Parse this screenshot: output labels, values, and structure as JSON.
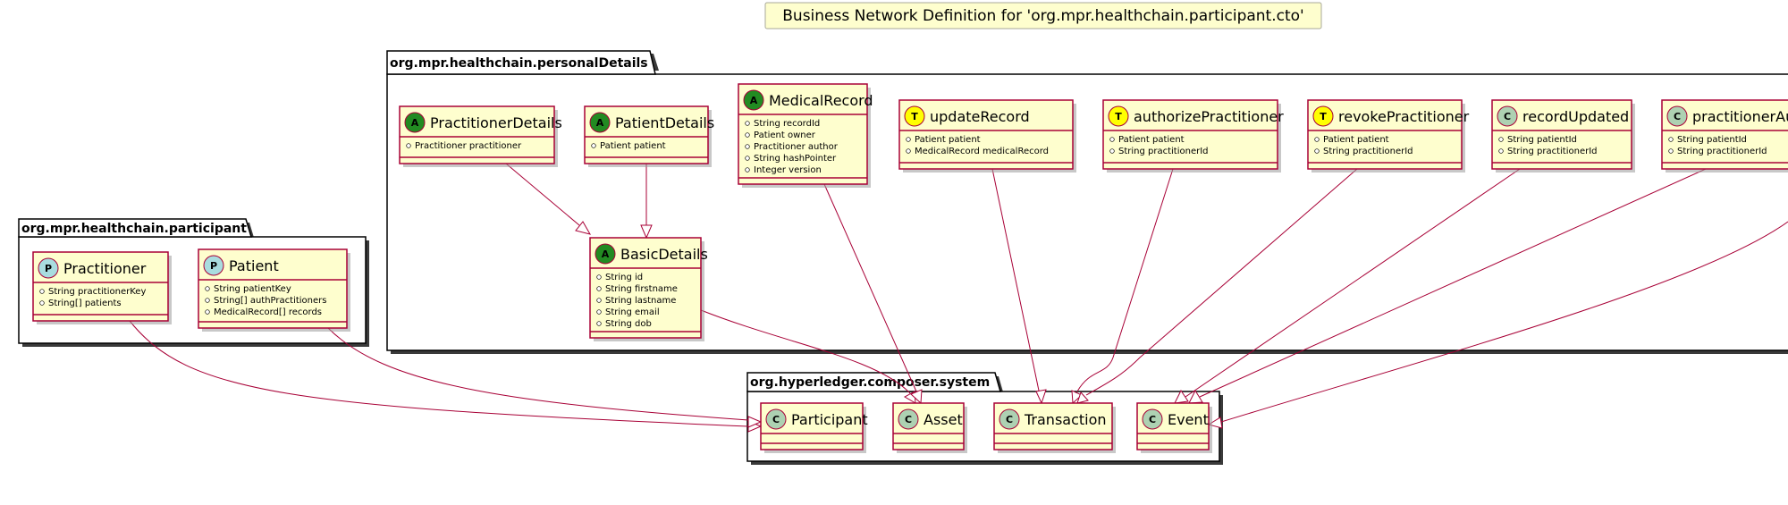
{
  "title": "Business Network Definition for 'org.mpr.healthchain.participant.cto'",
  "colors": {
    "class_fill": "#fefece",
    "class_border": "#a80036",
    "badge_asset": "#228b22",
    "badge_participant": "#a9dcdf",
    "badge_transaction": "#ffff00",
    "badge_class": "#add1b2"
  },
  "packages": [
    {
      "id": "personal",
      "name": "org.mpr.healthchain.personalDetails"
    },
    {
      "id": "participant",
      "name": "org.mpr.healthchain.participant"
    },
    {
      "id": "system",
      "name": "org.hyperledger.composer.system"
    }
  ],
  "classes": [
    {
      "id": "practitionerDetails",
      "name": "PractitionerDetails",
      "stereotype": "A",
      "attributes": [
        "Practitioner practitioner"
      ]
    },
    {
      "id": "patientDetails",
      "name": "PatientDetails",
      "stereotype": "A",
      "attributes": [
        "Patient patient"
      ]
    },
    {
      "id": "medicalRecord",
      "name": "MedicalRecord",
      "stereotype": "A",
      "attributes": [
        "String recordId",
        "Patient owner",
        "Practitioner author",
        "String hashPointer",
        "Integer version"
      ]
    },
    {
      "id": "updateRecord",
      "name": "updateRecord",
      "stereotype": "T",
      "attributes": [
        "Patient patient",
        "MedicalRecord medicalRecord"
      ]
    },
    {
      "id": "authorizePractitioner",
      "name": "authorizePractitioner",
      "stereotype": "T",
      "attributes": [
        "Patient patient",
        "String practitionerId"
      ]
    },
    {
      "id": "revokePractitioner",
      "name": "revokePractitioner",
      "stereotype": "T",
      "attributes": [
        "Patient patient",
        "String practitionerId"
      ]
    },
    {
      "id": "recordUpdated",
      "name": "recordUpdated",
      "stereotype": "C",
      "attributes": [
        "String patientId",
        "String practitionerId"
      ]
    },
    {
      "id": "practitionerAut",
      "name": "practitionerAut",
      "stereotype": "C",
      "attributes": [
        "String patientId",
        "String practitionerId"
      ]
    },
    {
      "id": "basicDetails",
      "name": "BasicDetails",
      "stereotype": "A",
      "attributes": [
        "String id",
        "String firstname",
        "String lastname",
        "String email",
        "String dob"
      ]
    },
    {
      "id": "practitioner",
      "name": "Practitioner",
      "stereotype": "P",
      "attributes": [
        "String practitionerKey",
        "String[] patients"
      ]
    },
    {
      "id": "patient",
      "name": "Patient",
      "stereotype": "P",
      "attributes": [
        "String patientKey",
        "String[] authPractitioners",
        "MedicalRecord[] records"
      ]
    },
    {
      "id": "sysParticipant",
      "name": "Participant",
      "stereotype": "C",
      "attributes": []
    },
    {
      "id": "sysAsset",
      "name": "Asset",
      "stereotype": "C",
      "attributes": []
    },
    {
      "id": "sysTransaction",
      "name": "Transaction",
      "stereotype": "C",
      "attributes": []
    },
    {
      "id": "sysEvent",
      "name": "Event",
      "stereotype": "C",
      "attributes": []
    }
  ],
  "relations": [
    {
      "from": "practitionerDetails",
      "to": "basicDetails",
      "type": "extends"
    },
    {
      "from": "patientDetails",
      "to": "basicDetails",
      "type": "extends"
    },
    {
      "from": "basicDetails",
      "to": "sysAsset",
      "type": "extends"
    },
    {
      "from": "medicalRecord",
      "to": "sysAsset",
      "type": "extends"
    },
    {
      "from": "updateRecord",
      "to": "sysTransaction",
      "type": "extends"
    },
    {
      "from": "authorizePractitioner",
      "to": "sysTransaction",
      "type": "extends"
    },
    {
      "from": "revokePractitioner",
      "to": "sysTransaction",
      "type": "extends"
    },
    {
      "from": "recordUpdated",
      "to": "sysEvent",
      "type": "extends"
    },
    {
      "from": "practitionerAut",
      "to": "sysEvent",
      "type": "extends"
    },
    {
      "from": "practitioner",
      "to": "sysParticipant",
      "type": "extends"
    },
    {
      "from": "patient",
      "to": "sysParticipant",
      "type": "extends"
    }
  ]
}
